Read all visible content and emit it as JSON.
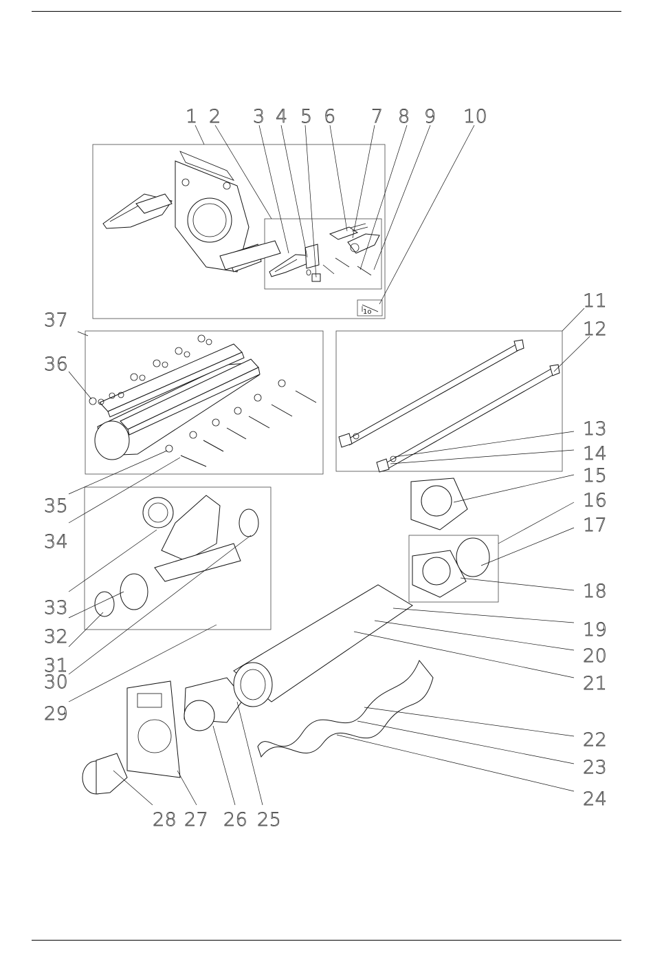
{
  "diagram": {
    "type": "exploded parts view",
    "callouts": [
      "1",
      "2",
      "3",
      "4",
      "5",
      "6",
      "7",
      "8",
      "9",
      "10",
      "11",
      "12",
      "13",
      "14",
      "15",
      "16",
      "17",
      "18",
      "19",
      "20",
      "21",
      "22",
      "23",
      "24",
      "25",
      "26",
      "27",
      "28",
      "29",
      "30",
      "31",
      "32",
      "33",
      "34",
      "35",
      "36",
      "37"
    ],
    "inset_tag": "1o"
  }
}
